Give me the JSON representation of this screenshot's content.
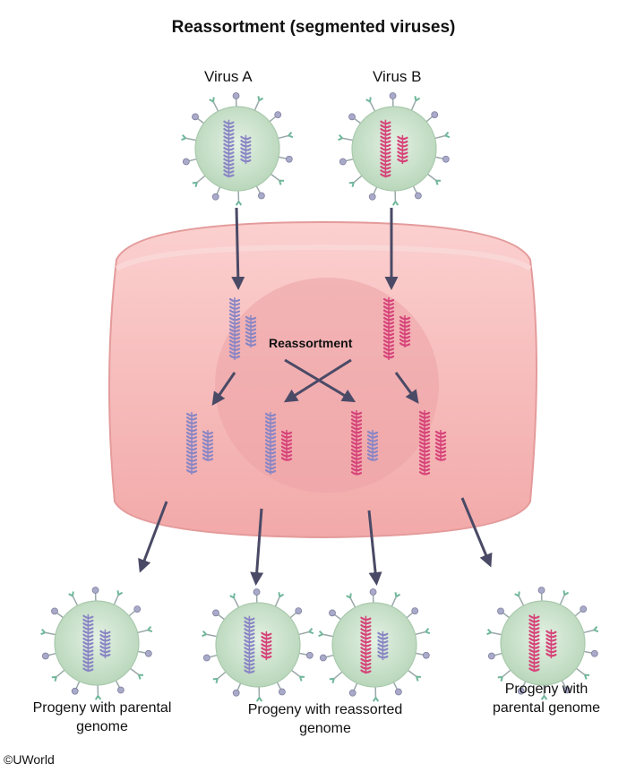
{
  "title": "Reassortment (segmented viruses)",
  "labels": {
    "virus_a": "Virus A",
    "virus_b": "Virus B",
    "reassortment": "Reassortment"
  },
  "captions": {
    "progeny_parental_left_line1": "Progeny with parental",
    "progeny_parental_left_line2": "genome",
    "progeny_reassorted_line1": "Progeny with reassorted",
    "progeny_reassorted_line2": "genome",
    "progeny_parental_right_line1": "Progeny with",
    "progeny_parental_right_line2": "parental genome"
  },
  "copyright": "©UWorld",
  "colors": {
    "virus_a_rna": "#8a86c4",
    "virus_b_rna": "#d6447a",
    "virion_fill": "#cfe6cf",
    "cell_fill": "#f4b6b6",
    "nucleus_fill": "#eda2a6",
    "arrow": "#4a4a66"
  }
}
